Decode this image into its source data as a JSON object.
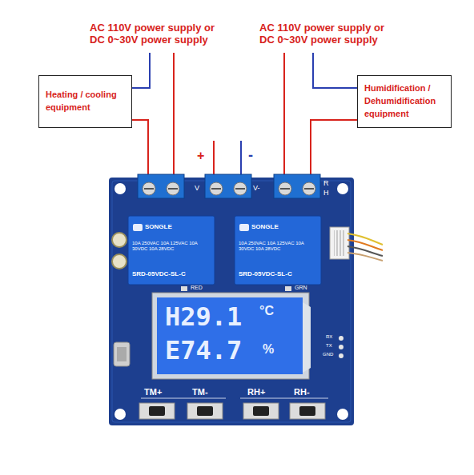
{
  "diagram": {
    "nodes": [
      {
        "text": [
          "Heating / cooling equipment"
        ]
      },
      {
        "text": [
          "Humidification / Dehumidification equipment"
        ]
      }
    ],
    "labels": [
      "AC 110V power supply or DC 0~30V power supply",
      "AC 110V power supply or DC 0~30V power supply",
      "+",
      "-",
      "V",
      "V-",
      "R",
      "H",
      "SONGLE",
      "10A 250VAC 10A 125VAC 10A 30VDC 10A 28VDC",
      "SRD-05VDC-SL-C",
      "SONGLE",
      "10A 250VAC 10A 125VAC 10A 30VDC 10A 28VDC",
      "SRD-05VDC-SL-C",
      "RED",
      "GRN",
      "H29.1",
      "°C",
      "E74.7",
      "%",
      "TM+",
      "TM-",
      "RH+",
      "RH-",
      "RX",
      "TX",
      "GND"
    ]
  }
}
